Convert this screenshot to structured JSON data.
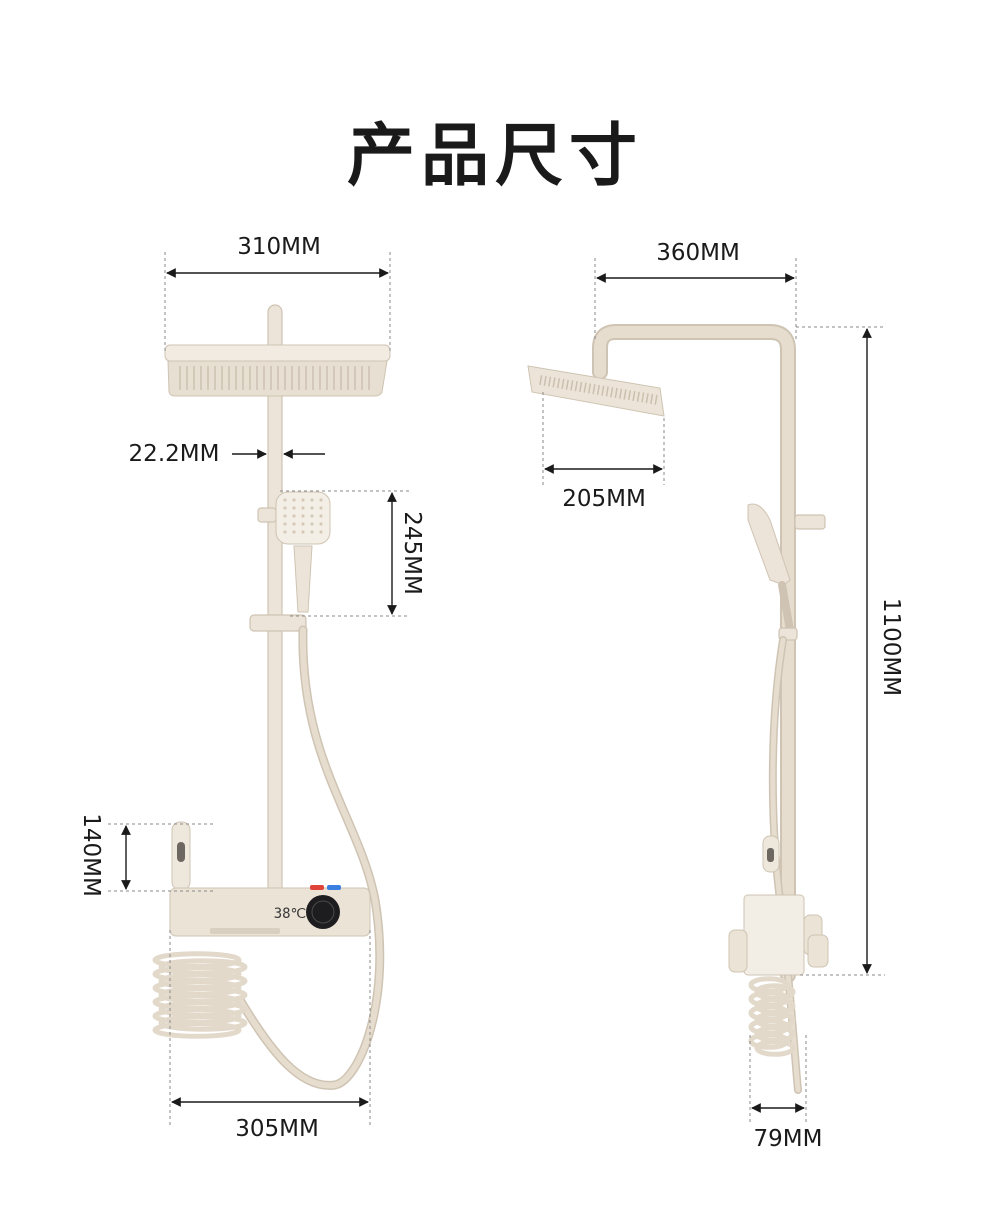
{
  "title": "产品尺寸",
  "dimensions": {
    "front_head_width": "310MM",
    "pipe_diameter": "22.2MM",
    "handheld_height": "245MM",
    "hand_spray_height": "140MM",
    "panel_width": "305MM",
    "side_arm_reach": "360MM",
    "side_head_depth": "205MM",
    "total_height": "1100MM",
    "panel_depth": "79MM"
  },
  "display": {
    "temperature_readout": "38℃"
  },
  "colors": {
    "fixture": "#ece4d8",
    "fixture_edge": "#cfc4b3",
    "knob": "#1d1d1f",
    "hot_indicator": "#e0433a",
    "cold_indicator": "#3a7fe0"
  }
}
